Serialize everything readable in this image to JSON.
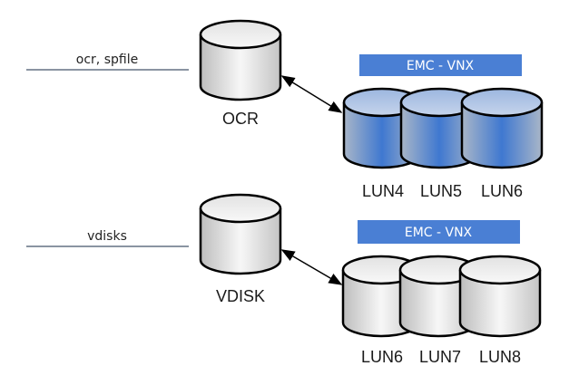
{
  "groups": [
    {
      "line_label": "ocr, spfile",
      "disk_label": "OCR",
      "array_label": "EMC - VNX",
      "luns": [
        "LUN4",
        "LUN5",
        "LUN6"
      ],
      "lun_style": "blue"
    },
    {
      "line_label": "vdisks",
      "disk_label": "VDISK",
      "array_label": "EMC - VNX",
      "luns": [
        "LUN6",
        "LUN7",
        "LUN8"
      ],
      "lun_style": "gray"
    }
  ],
  "colors": {
    "array_bar": "#4a7fd4",
    "line": "#44546a",
    "outline": "#000000"
  }
}
